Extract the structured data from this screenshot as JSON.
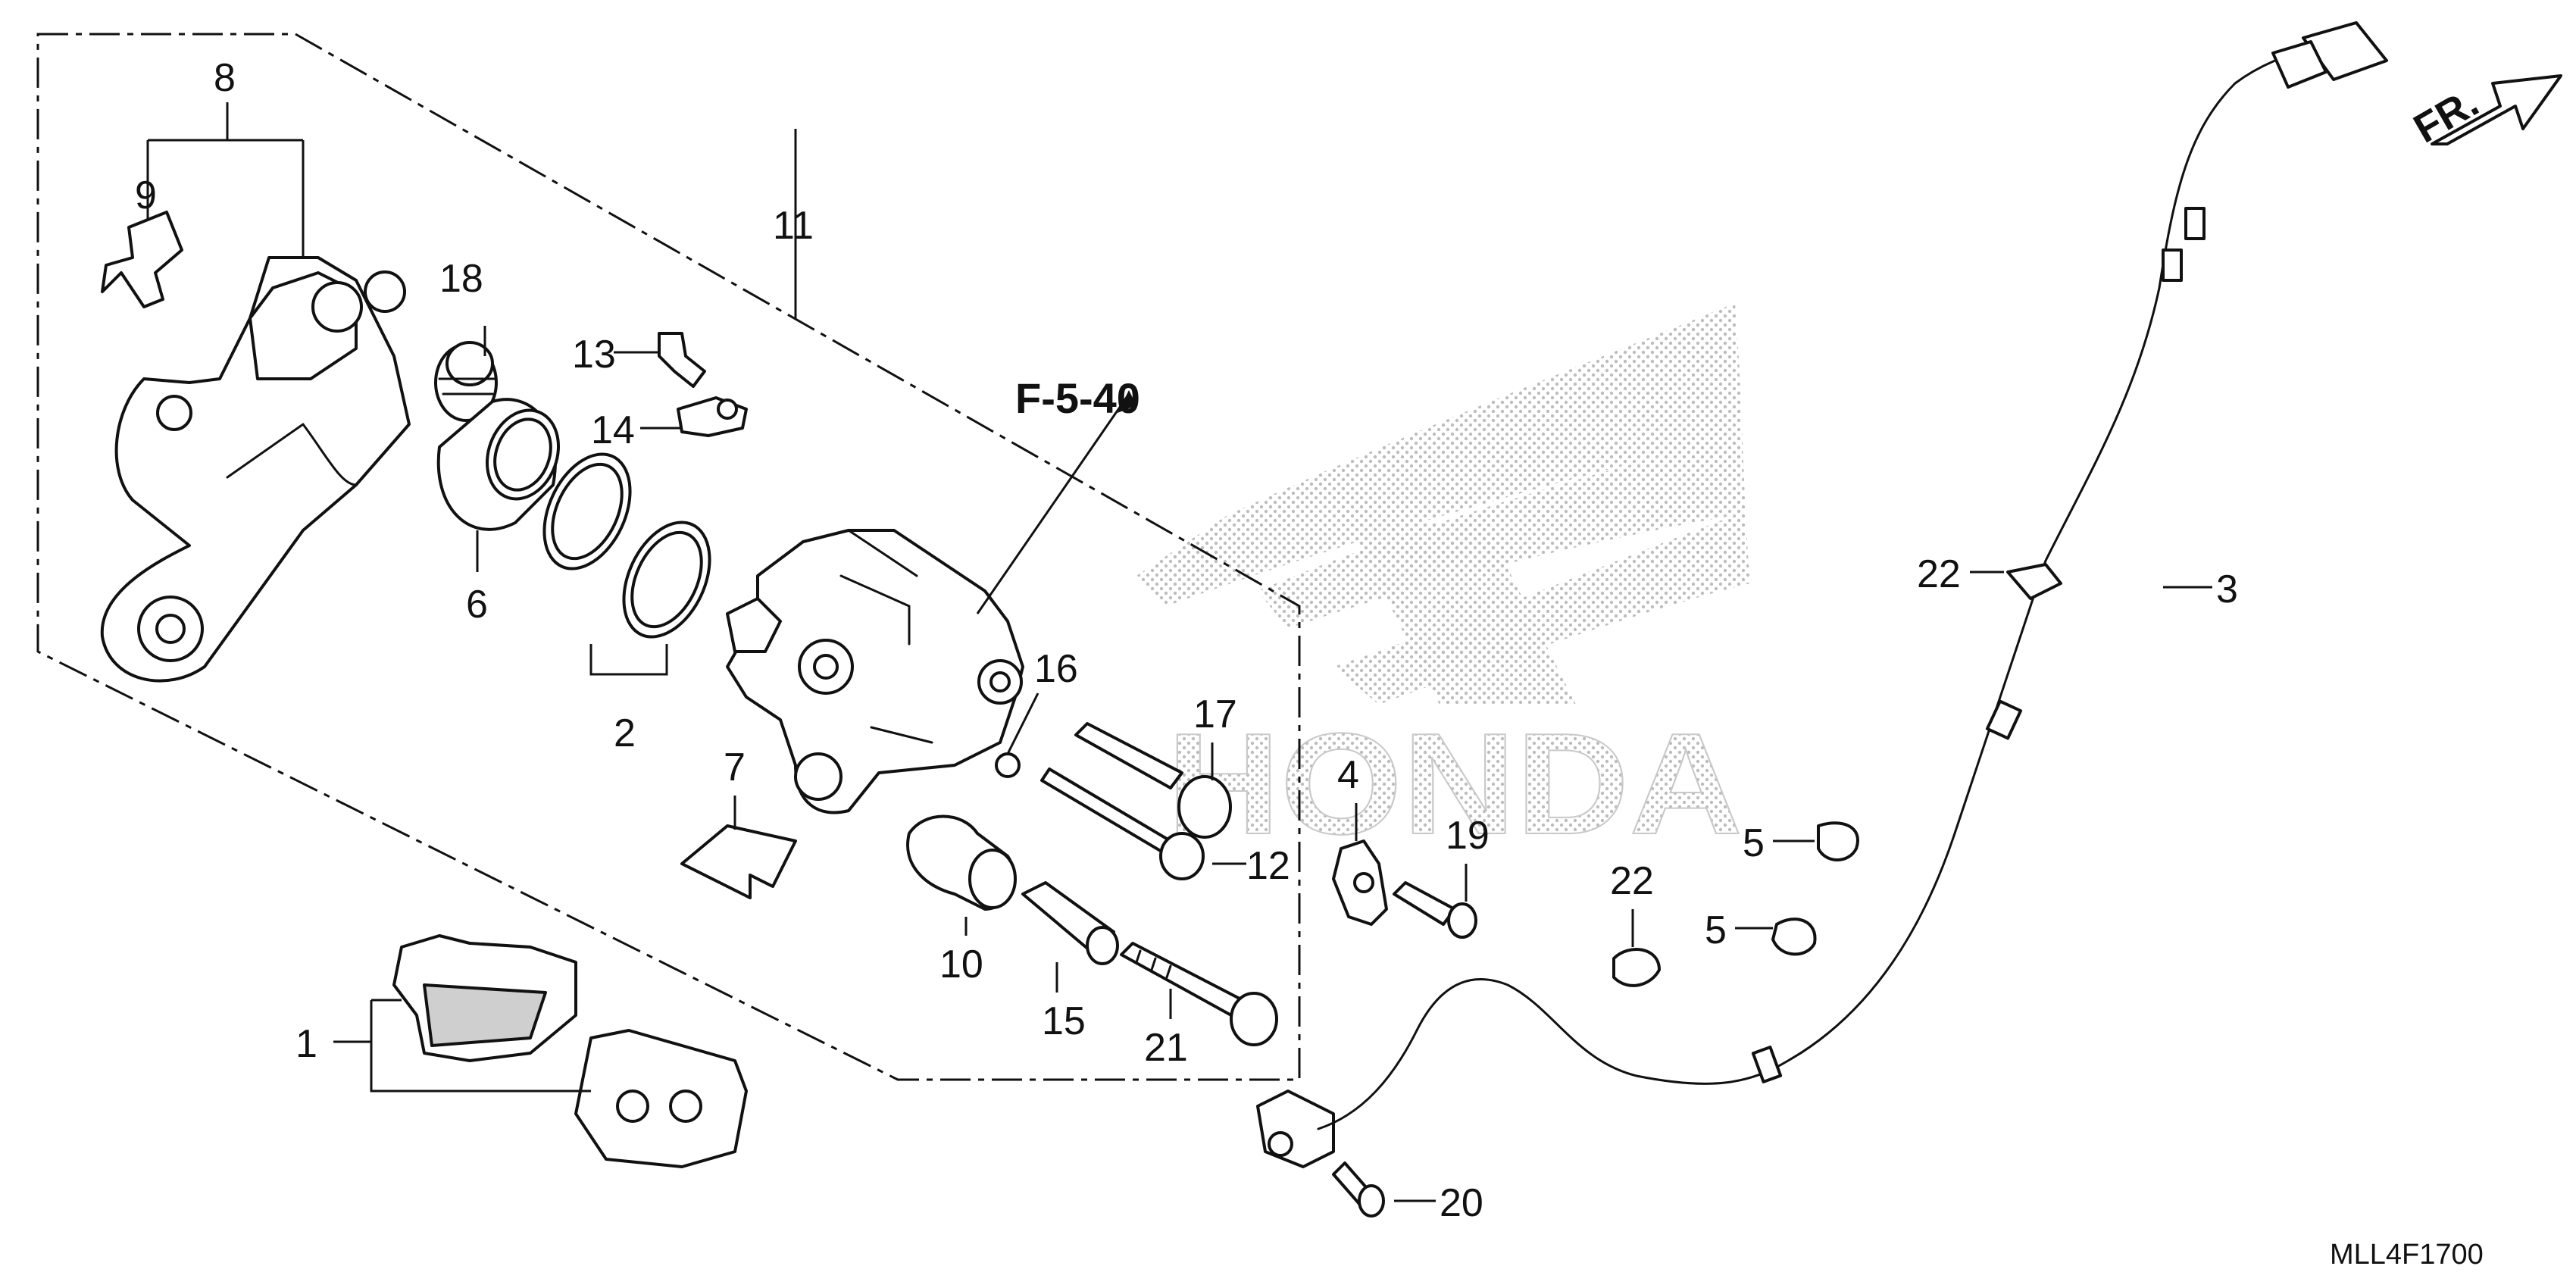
{
  "diagram": {
    "reference_label": "F-5-40",
    "direction_label": "FR.",
    "drawing_code": "MLL4F1700",
    "watermark_text": "HONDA"
  },
  "callouts": [
    {
      "id": "c1",
      "text": "1"
    },
    {
      "id": "c2",
      "text": "2"
    },
    {
      "id": "c3",
      "text": "3"
    },
    {
      "id": "c4",
      "text": "4"
    },
    {
      "id": "c5a",
      "text": "5"
    },
    {
      "id": "c5b",
      "text": "5"
    },
    {
      "id": "c6",
      "text": "6"
    },
    {
      "id": "c7",
      "text": "7"
    },
    {
      "id": "c8",
      "text": "8"
    },
    {
      "id": "c9",
      "text": "9"
    },
    {
      "id": "c10",
      "text": "10"
    },
    {
      "id": "c11",
      "text": "11"
    },
    {
      "id": "c12",
      "text": "12"
    },
    {
      "id": "c13",
      "text": "13"
    },
    {
      "id": "c14",
      "text": "14"
    },
    {
      "id": "c15",
      "text": "15"
    },
    {
      "id": "c16",
      "text": "16"
    },
    {
      "id": "c17",
      "text": "17"
    },
    {
      "id": "c18",
      "text": "18"
    },
    {
      "id": "c19",
      "text": "19"
    },
    {
      "id": "c20",
      "text": "20"
    },
    {
      "id": "c21",
      "text": "21"
    },
    {
      "id": "c22a",
      "text": "22"
    },
    {
      "id": "c22b",
      "text": "22"
    }
  ]
}
